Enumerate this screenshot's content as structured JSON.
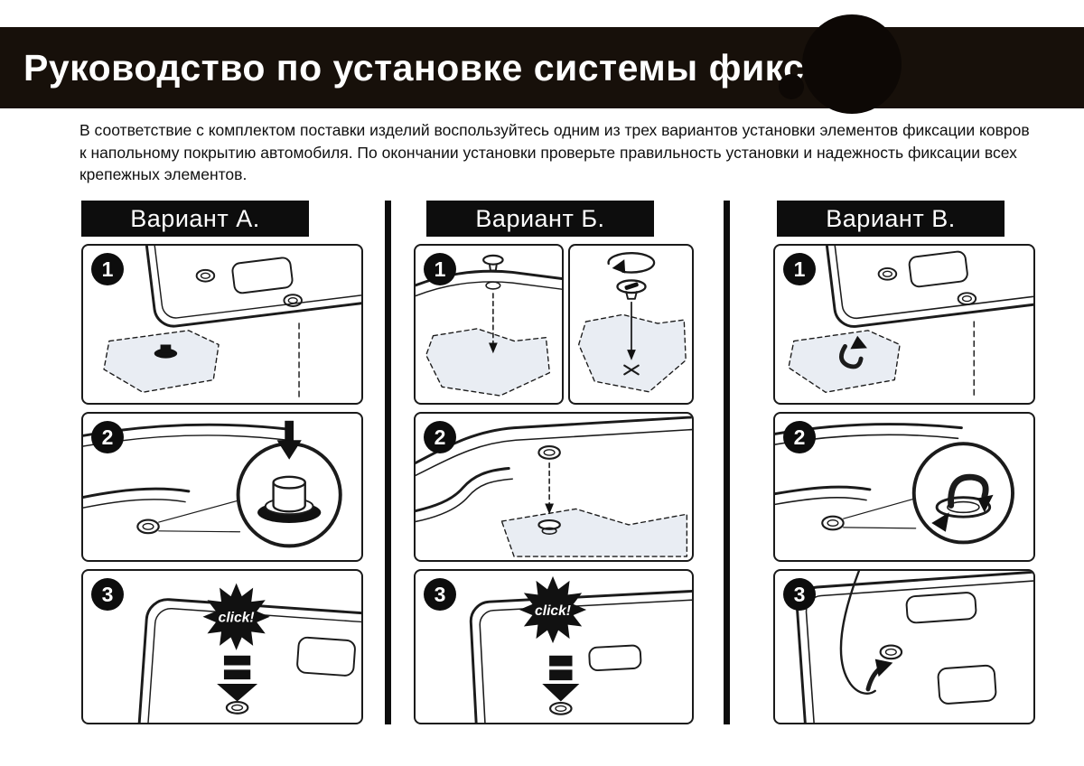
{
  "header": {
    "title": "Руководство по установке системы фиксации"
  },
  "intro": "В соответствие с комплектом поставки изделий воспользуйтесь одним из трех вариантов установки элементов фиксации ковров к напольному покрытию автомобиля. По окончании установки проверьте правильность установки и надежность фиксации всех крепежных элементов.",
  "variants": [
    {
      "label": "Вариант А.",
      "steps": [
        "1",
        "2",
        "3"
      ],
      "click_label": "click!"
    },
    {
      "label": "Вариант Б.",
      "steps": [
        "1",
        "2",
        "3"
      ],
      "click_label": "click!"
    },
    {
      "label": "Вариант В.",
      "steps": [
        "1",
        "2",
        "3"
      ]
    }
  ],
  "colors": {
    "header_bg": "#17100a",
    "bar_black": "#0d0d0d",
    "carpet_fill": "#e9edf3"
  }
}
